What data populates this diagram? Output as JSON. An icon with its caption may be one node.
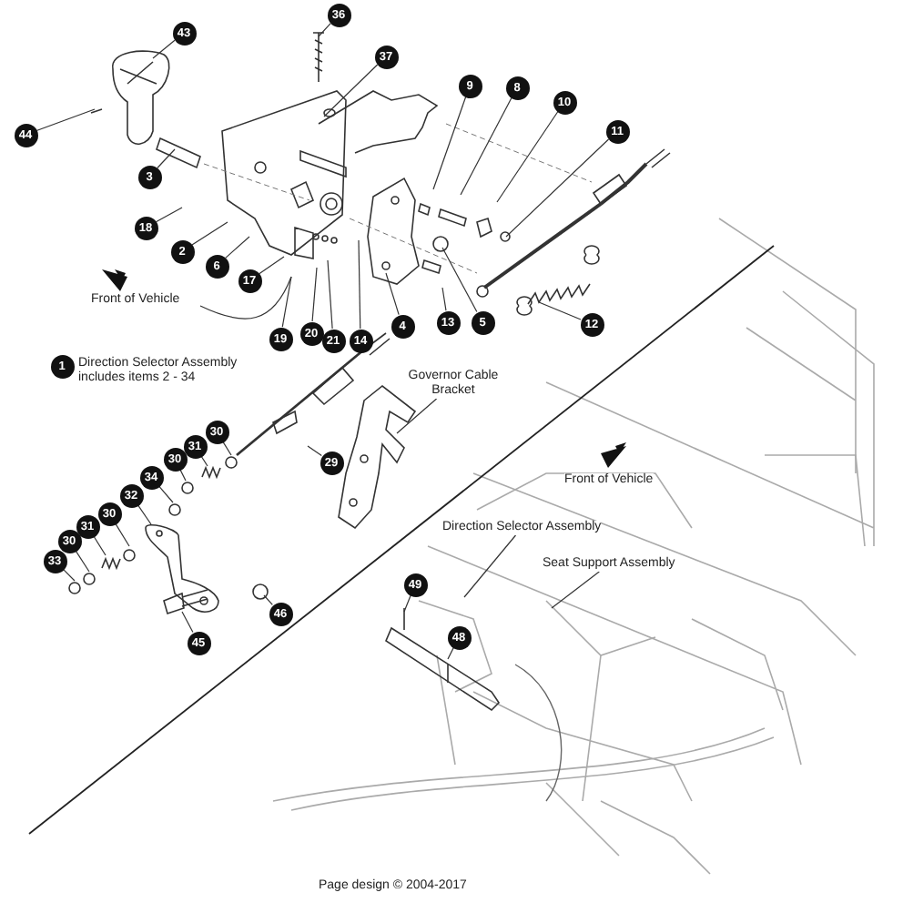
{
  "diagram": {
    "nodes": [
      {
        "text": [
          "36"
        ]
      },
      {
        "text": [
          "43"
        ]
      },
      {
        "text": [
          "37"
        ]
      },
      {
        "text": [
          "9"
        ]
      },
      {
        "text": [
          "8"
        ]
      },
      {
        "text": [
          "10"
        ]
      },
      {
        "text": [
          "11"
        ]
      },
      {
        "text": [
          "44"
        ]
      },
      {
        "text": [
          "3"
        ]
      },
      {
        "text": [
          "18"
        ]
      },
      {
        "text": [
          "2"
        ]
      },
      {
        "text": [
          "6"
        ]
      },
      {
        "text": [
          "17"
        ]
      },
      {
        "text": [
          "4"
        ]
      },
      {
        "text": [
          "13"
        ]
      },
      {
        "text": [
          "5"
        ]
      },
      {
        "text": [
          "12"
        ]
      },
      {
        "text": [
          "19"
        ]
      },
      {
        "text": [
          "20"
        ]
      },
      {
        "text": [
          "21"
        ]
      },
      {
        "text": [
          "14"
        ]
      },
      {
        "text": [
          "1"
        ],
        "beside": [
          "Direction Selector Assembly includes items  2 - 34"
        ]
      },
      {
        "text": [
          "Governor Cable Bracket"
        ]
      },
      {
        "text": [
          "30"
        ]
      },
      {
        "text": [
          "31"
        ]
      },
      {
        "text": [
          "30"
        ]
      },
      {
        "text": [
          "29"
        ]
      },
      {
        "text": [
          "34"
        ]
      },
      {
        "text": [
          "32"
        ]
      },
      {
        "text": [
          "Direction Selector Assembly"
        ]
      },
      {
        "text": [
          "30"
        ]
      },
      {
        "text": [
          "31"
        ]
      },
      {
        "text": [
          "30"
        ]
      },
      {
        "text": [
          "33"
        ]
      },
      {
        "text": [
          "Seat Support Assembly"
        ]
      },
      {
        "text": [
          "49"
        ]
      },
      {
        "text": [
          "46"
        ]
      },
      {
        "text": [
          "48"
        ]
      },
      {
        "text": [
          "45"
        ]
      }
    ],
    "edges": [
      {
        "from": 0,
        "to": null,
        "arrow": "none"
      },
      {
        "from": 1,
        "to": null,
        "arrow": "none"
      },
      {
        "from": 2,
        "to": null,
        "arrow": "none"
      },
      {
        "from": 3,
        "to": null,
        "arrow": "none"
      },
      {
        "from": 4,
        "to": null,
        "arrow": "none"
      },
      {
        "from": 5,
        "to": null,
        "arrow": "none"
      },
      {
        "from": 6,
        "to": null,
        "arrow": "none"
      },
      {
        "from": 7,
        "to": null,
        "arrow": "none"
      },
      {
        "from": 8,
        "to": null,
        "arrow": "none"
      },
      {
        "from": 9,
        "to": null,
        "arrow": "none"
      },
      {
        "from": 10,
        "to": null,
        "arrow": "none"
      },
      {
        "from": 11,
        "to": null,
        "arrow": "none"
      },
      {
        "from": 12,
        "to": null,
        "arrow": "none"
      },
      {
        "from": 13,
        "to": null,
        "arrow": "none"
      },
      {
        "from": 14,
        "to": null,
        "arrow": "none"
      },
      {
        "from": 15,
        "to": null,
        "arrow": "none"
      },
      {
        "from": 16,
        "to": null,
        "arrow": "none"
      },
      {
        "from": 17,
        "to": null,
        "arrow": "none"
      },
      {
        "from": 18,
        "to": null,
        "arrow": "none"
      },
      {
        "from": 19,
        "to": null,
        "arrow": "none"
      },
      {
        "from": 20,
        "to": null,
        "arrow": "none"
      },
      {
        "from": 22,
        "to": null,
        "arrow": "none"
      },
      {
        "from": 23,
        "to": null,
        "arrow": "none"
      },
      {
        "from": 24,
        "to": null,
        "arrow": "none"
      },
      {
        "from": 25,
        "to": null,
        "arrow": "none"
      },
      {
        "from": 26,
        "to": null,
        "arrow": "none"
      },
      {
        "from": 27,
        "to": null,
        "arrow": "none"
      },
      {
        "from": 28,
        "to": null,
        "arrow": "none"
      },
      {
        "from": 29,
        "to": null,
        "arrow": "none"
      },
      {
        "from": 30,
        "to": null,
        "arrow": "none"
      },
      {
        "from": 31,
        "to": null,
        "arrow": "none"
      },
      {
        "from": 32,
        "to": null,
        "arrow": "none"
      },
      {
        "from": 33,
        "to": null,
        "arrow": "none"
      },
      {
        "from": 34,
        "to": null,
        "arrow": "none"
      },
      {
        "from": 35,
        "to": null,
        "arrow": "none"
      },
      {
        "from": 36,
        "to": null,
        "arrow": "none"
      },
      {
        "from": 37,
        "to": null,
        "arrow": "none"
      },
      {
        "from": 38,
        "to": null,
        "arrow": "none"
      }
    ],
    "labels": [
      "Front of Vehicle",
      "Front of Vehicle",
      "Page design © 2004-2017"
    ]
  }
}
